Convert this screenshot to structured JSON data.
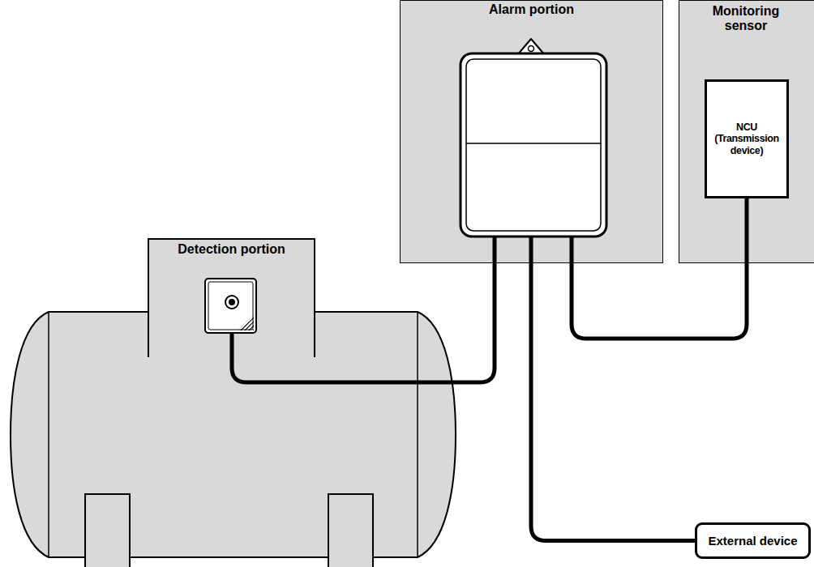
{
  "diagram": {
    "nodes": [
      {
        "text": [
          "Detection portion"
        ]
      },
      {
        "text": [
          "Alarm portion"
        ]
      },
      {
        "text": [
          "Monitoring sensor"
        ]
      },
      {
        "text": [
          "NCU (Transmission device)"
        ],
        "in": 2
      },
      {
        "text": [
          "External device"
        ]
      }
    ],
    "edges": [
      {
        "from": 0,
        "to": 1,
        "arrow": "none"
      },
      {
        "from": 1,
        "to": 3,
        "arrow": "none"
      },
      {
        "from": 1,
        "to": 4,
        "arrow": "none"
      }
    ]
  }
}
